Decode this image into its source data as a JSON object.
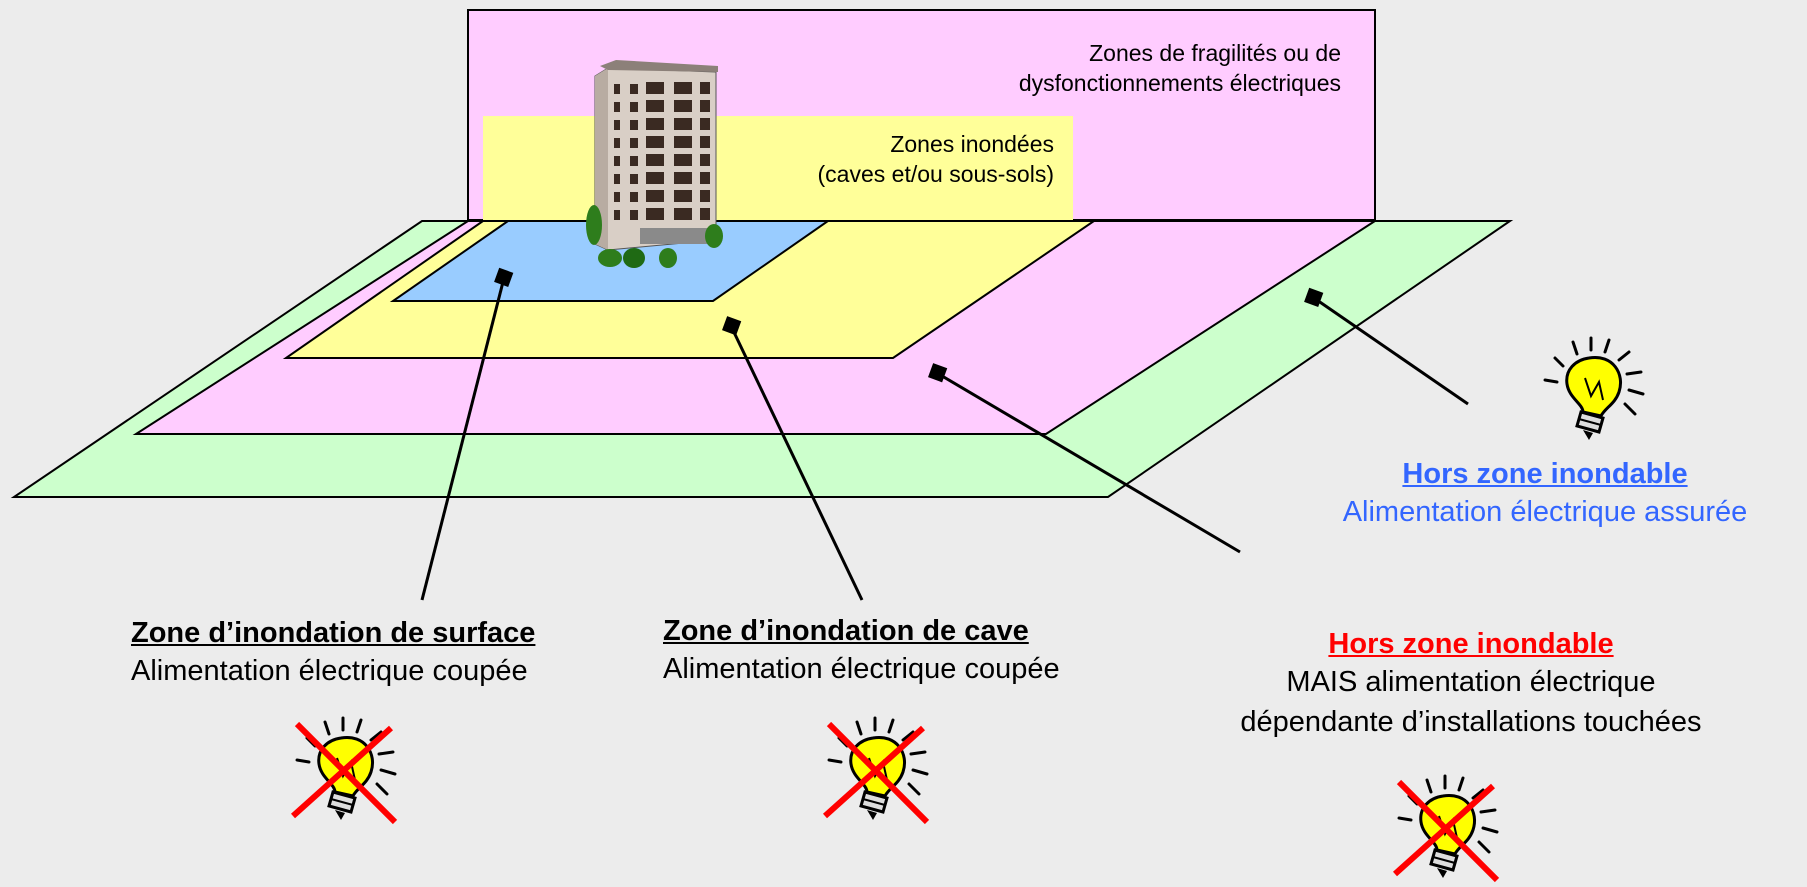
{
  "colors": {
    "background": "#ececec",
    "fragility_zone": "#ffccff",
    "flooded_zone": "#ffff99",
    "surface_flood": "#99ccff",
    "outside_zone": "#ccffcc",
    "safe_text": "#3366ff",
    "warning_text": "#ff0000",
    "cross": "#ff0000",
    "bulb": "#ffff00"
  },
  "legend": {
    "fragility": [
      "Zones de fragilités ou de",
      "dysfonctionnements électriques"
    ],
    "flooded": [
      "Zones inondées",
      "(caves et/ou sous-sols)"
    ]
  },
  "zones": {
    "surface": {
      "title": "Zone d’inondation de surface",
      "desc": "Alimentation électrique coupée",
      "icon": "lightbulb-crossed-icon"
    },
    "cave": {
      "title": "Zone d’inondation de cave",
      "desc": "Alimentation électrique coupée",
      "icon": "lightbulb-crossed-icon"
    },
    "dependent": {
      "title": "Hors zone inondable",
      "desc": [
        "MAIS  alimentation électrique",
        "dépendante d’installations touchées"
      ],
      "icon": "lightbulb-crossed-icon"
    },
    "safe": {
      "title": "Hors zone inondable",
      "desc": "Alimentation électrique assurée",
      "icon": "lightbulb-lit-icon"
    }
  },
  "building_icon": "apartment-building-icon"
}
